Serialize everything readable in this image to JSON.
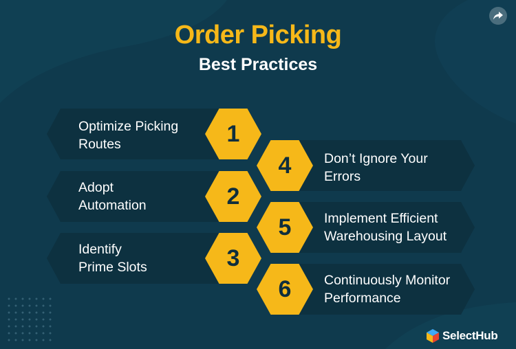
{
  "header": {
    "title": "Order Picking",
    "subtitle": "Best Practices"
  },
  "share": {
    "icon": "share-arrow-icon"
  },
  "practices": [
    {
      "number": "1",
      "line1": "Optimize Picking",
      "line2": "Routes"
    },
    {
      "number": "2",
      "line1": "Adopt",
      "line2": "Automation"
    },
    {
      "number": "3",
      "line1": "Identify",
      "line2": "Prime Slots"
    },
    {
      "number": "4",
      "line1": "Don’t Ignore Your",
      "line2": "Errors"
    },
    {
      "number": "5",
      "line1": "Implement Efficient",
      "line2": "Warehousing Layout"
    },
    {
      "number": "6",
      "line1": "Continuously Monitor",
      "line2": "Performance"
    }
  ],
  "brand": {
    "name": "SelectHub"
  },
  "colors": {
    "background": "#0f3a4d",
    "card": "#0d3140",
    "accent": "#f6b819",
    "text": "#ffffff"
  }
}
